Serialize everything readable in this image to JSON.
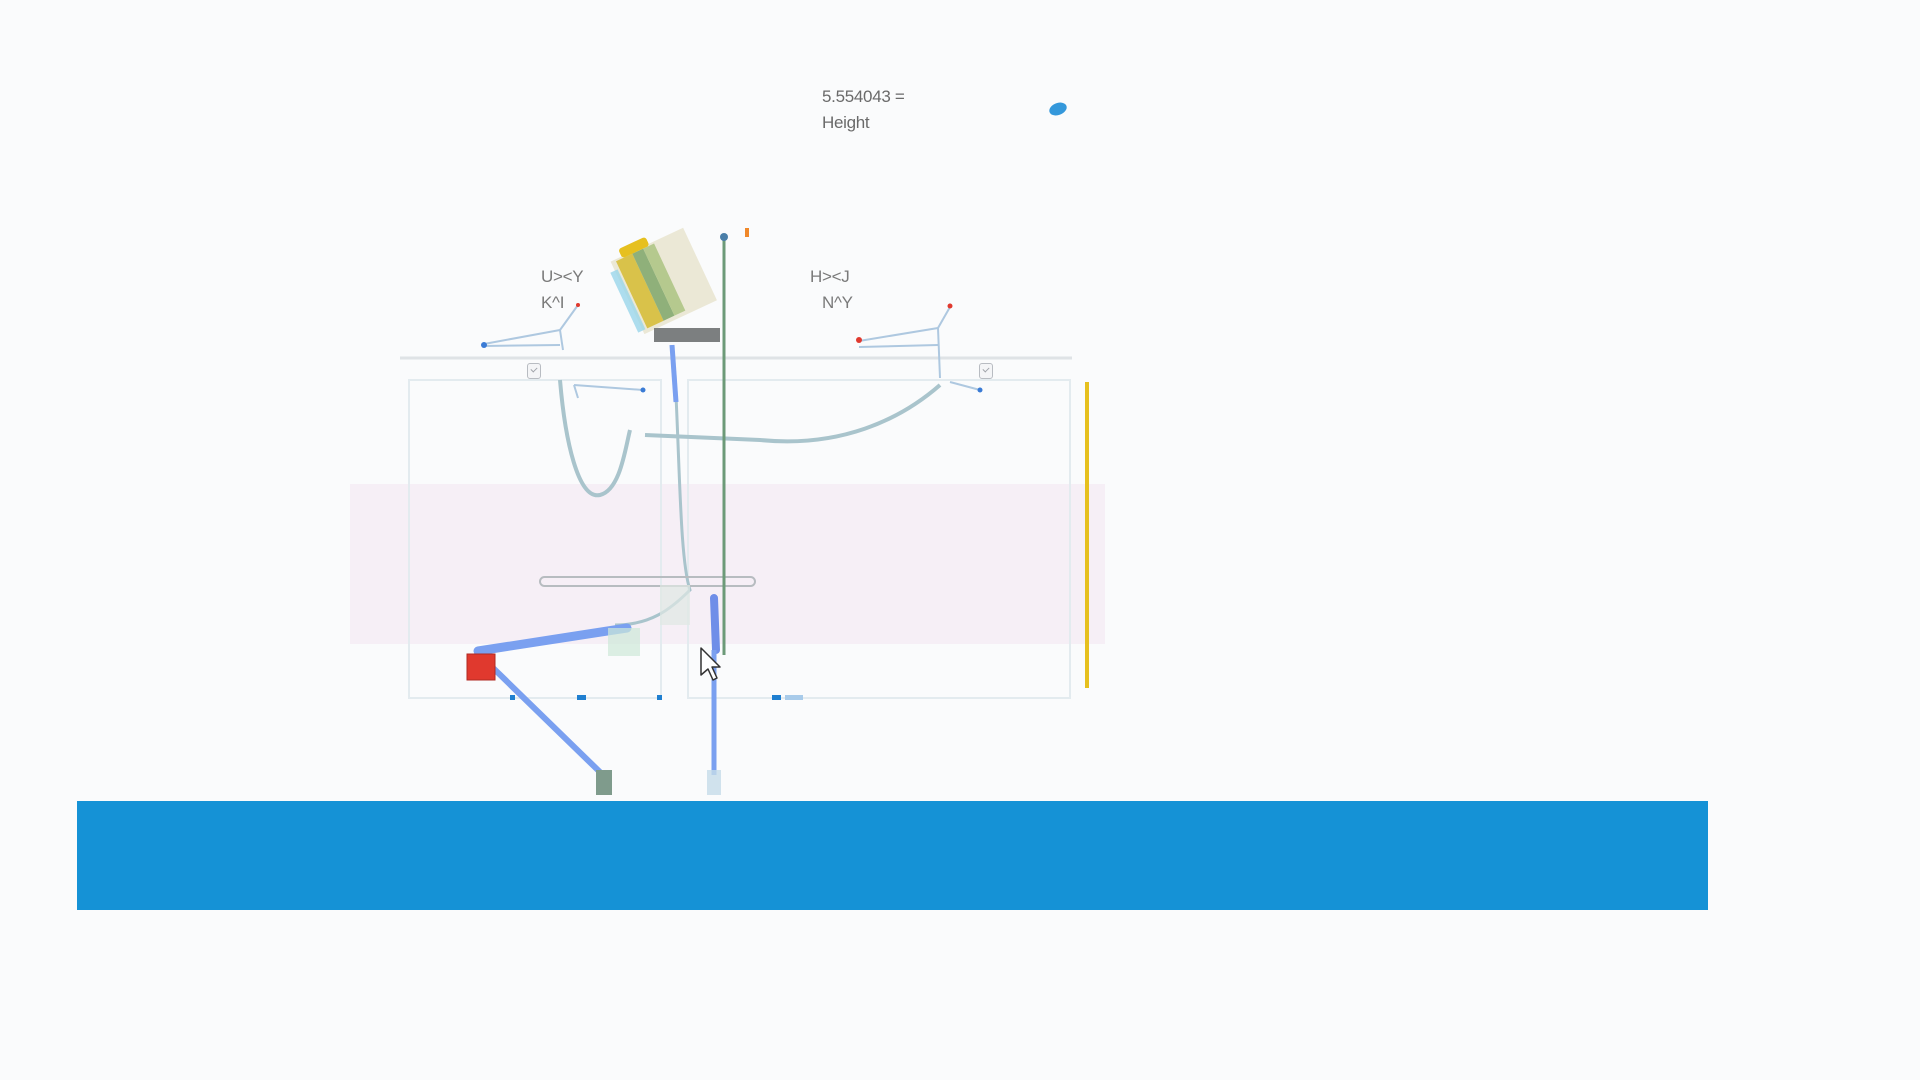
{
  "readout": {
    "value": "5.554043 =",
    "label": "Height"
  },
  "controls": {
    "left": {
      "line1": "U><Y",
      "line2": "K^I"
    },
    "right": {
      "line1": "H><J",
      "line2": "N^Y"
    }
  },
  "colors": {
    "background": "#fafbfc",
    "floor": "#1592d6",
    "limb": "#7aa0f0",
    "foot_marker": "#e0392e",
    "pole": "#6c9a78",
    "height_bar": "#e6c01f",
    "rope": "#a9c4cc"
  },
  "icons": {
    "cursor": "mouse-pointer-arrow",
    "checkbox": "checkbox-check"
  }
}
